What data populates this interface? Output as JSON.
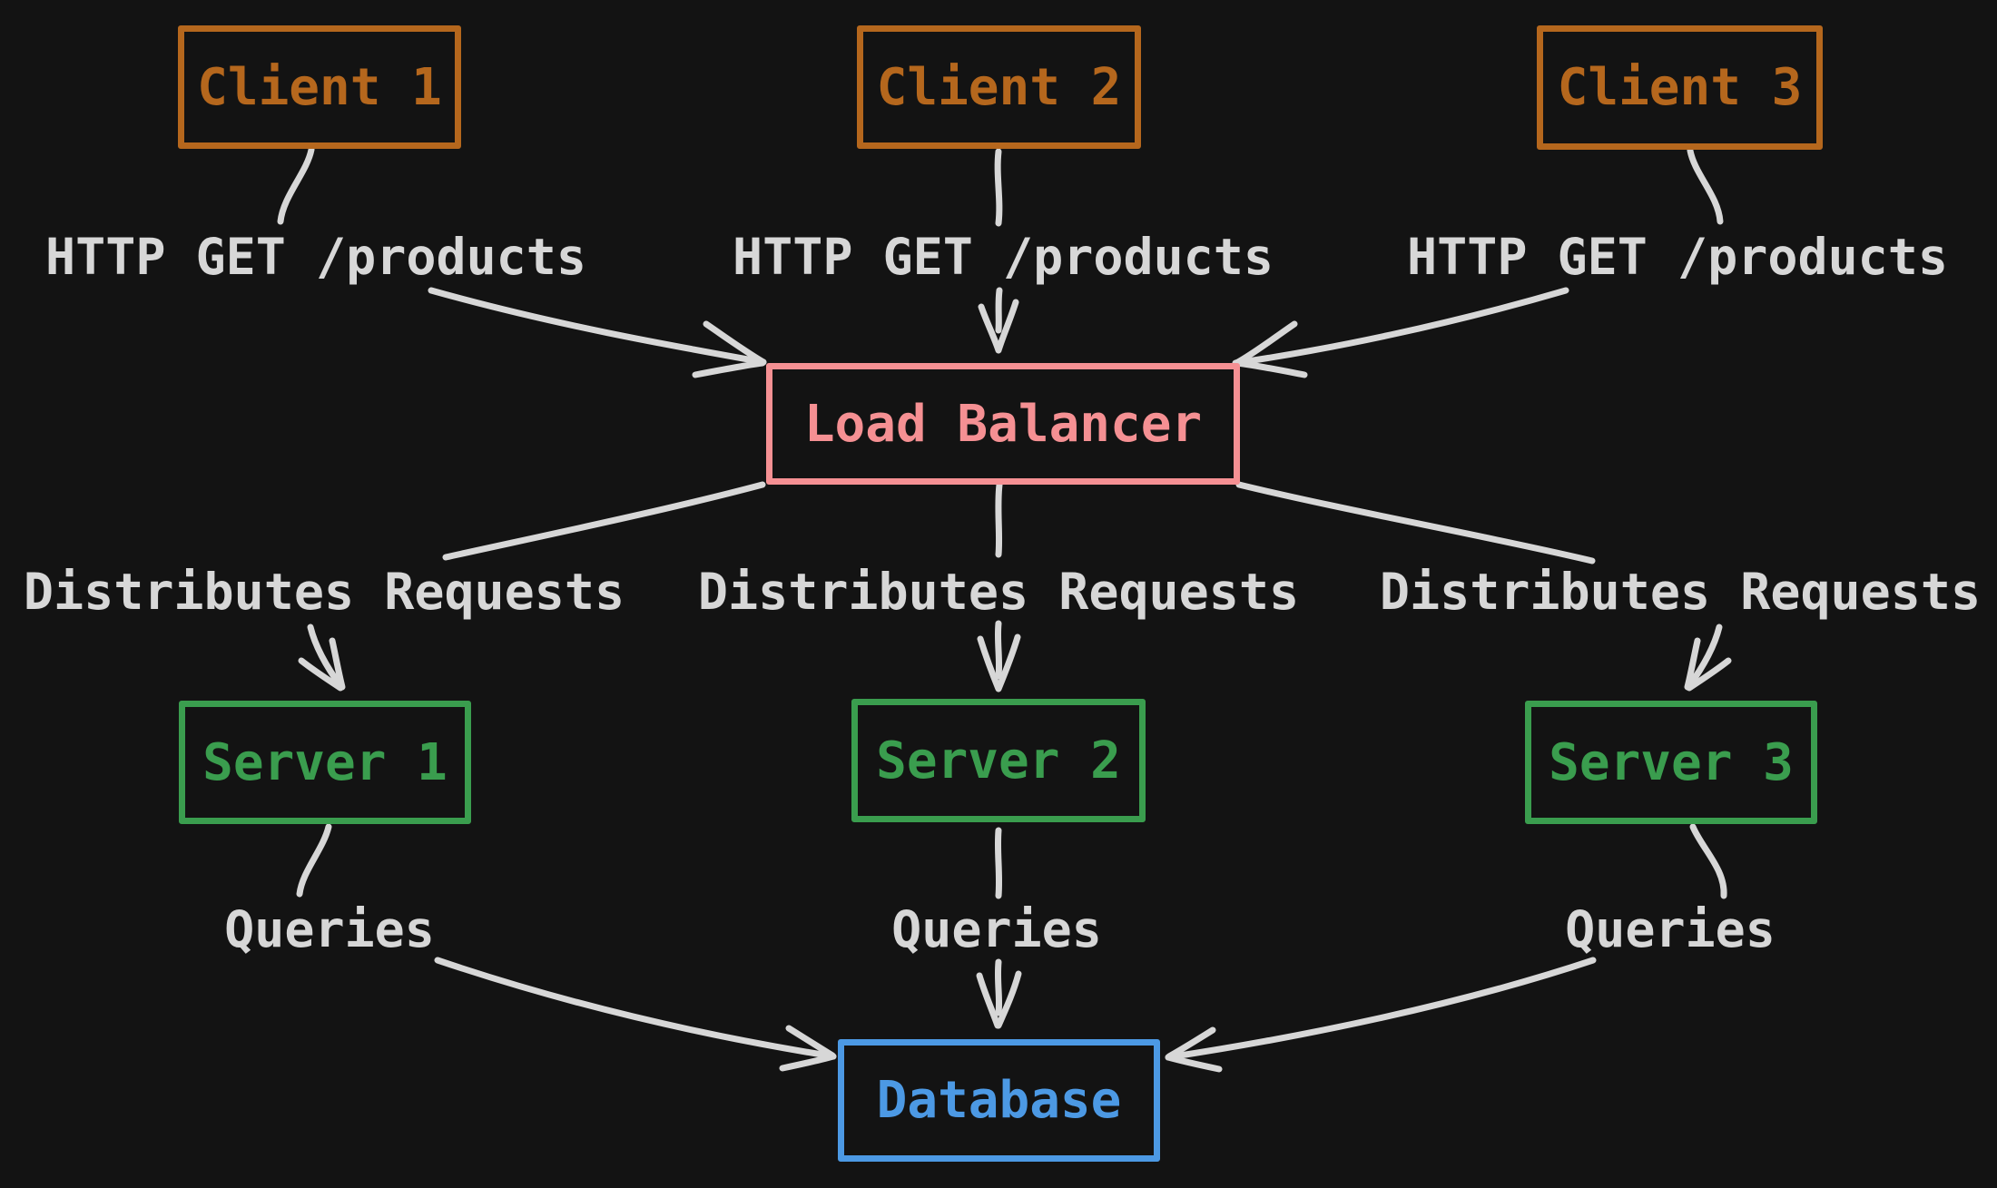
{
  "diagram": {
    "description": "Load balancer architecture diagram",
    "colors": {
      "background": "#131313",
      "connector": "#d7d7d7",
      "label_text": "#d7d7d7",
      "client_orange": "#b5671d",
      "load_balancer_pink": "#f59093",
      "server_green": "#3a9d4e",
      "database_blue": "#4c99e4"
    },
    "nodes": {
      "client1": {
        "label": "Client 1",
        "color": "#b5671d"
      },
      "client2": {
        "label": "Client 2",
        "color": "#b5671d"
      },
      "client3": {
        "label": "Client 3",
        "color": "#b5671d"
      },
      "load_balancer": {
        "label": "Load Balancer",
        "color": "#f59093"
      },
      "server1": {
        "label": "Server 1",
        "color": "#3a9d4e"
      },
      "server2": {
        "label": "Server 2",
        "color": "#3a9d4e"
      },
      "server3": {
        "label": "Server 3",
        "color": "#3a9d4e"
      },
      "database": {
        "label": "Database",
        "color": "#4c99e4"
      }
    },
    "edge_labels": {
      "http1": "HTTP GET /products",
      "http2": "HTTP GET /products",
      "http3": "HTTP GET /products",
      "dist1": "Distributes Requests",
      "dist2": "Distributes Requests",
      "dist3": "Distributes Requests",
      "q1": "Queries",
      "q2": "Queries",
      "q3": "Queries"
    }
  }
}
